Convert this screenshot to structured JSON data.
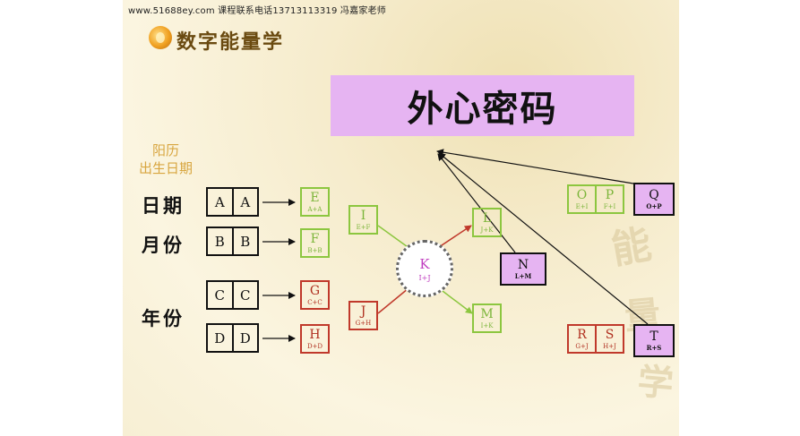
{
  "watermark": "www.51688ey.com  课程联系电话13713113319  冯嘉家老师",
  "logo": {
    "text": "数字能量学",
    "icon": "gold-coin-icon"
  },
  "title": "外心密码",
  "solar_birthdate": {
    "line1": "阳历",
    "line2": "出生日期"
  },
  "row_labels": {
    "day": "日期",
    "month": "月份",
    "year": "年份"
  },
  "pairs": {
    "day": [
      "A",
      "A"
    ],
    "month": [
      "B",
      "B"
    ],
    "year1": [
      "C",
      "C"
    ],
    "year2": [
      "D",
      "D"
    ]
  },
  "nodes": {
    "E": {
      "letter": "E",
      "formula": "A+A"
    },
    "F": {
      "letter": "F",
      "formula": "B+B"
    },
    "G": {
      "letter": "G",
      "formula": "C+C"
    },
    "H": {
      "letter": "H",
      "formula": "D+D"
    },
    "I": {
      "letter": "I",
      "formula": "E+F"
    },
    "J": {
      "letter": "J",
      "formula": "G+H"
    },
    "K": {
      "letter": "K",
      "formula": "I+J"
    },
    "L": {
      "letter": "L",
      "formula": "J+K"
    },
    "M": {
      "letter": "M",
      "formula": "I+K"
    },
    "N": {
      "letter": "N",
      "formula": "L+M"
    },
    "O": {
      "letter": "O",
      "formula": "E+I"
    },
    "P": {
      "letter": "P",
      "formula": "F+I"
    },
    "Q": {
      "letter": "Q",
      "formula": "O+P"
    },
    "R": {
      "letter": "R",
      "formula": "G+J"
    },
    "S": {
      "letter": "S",
      "formula": "H+J"
    },
    "T": {
      "letter": "T",
      "formula": "R+S"
    }
  },
  "colors": {
    "green": "#8cc63f",
    "red": "#c0392b",
    "purple": "#e6b4f2",
    "gold": "#d8a640"
  },
  "background_decor": [
    "能",
    "量",
    "学"
  ]
}
